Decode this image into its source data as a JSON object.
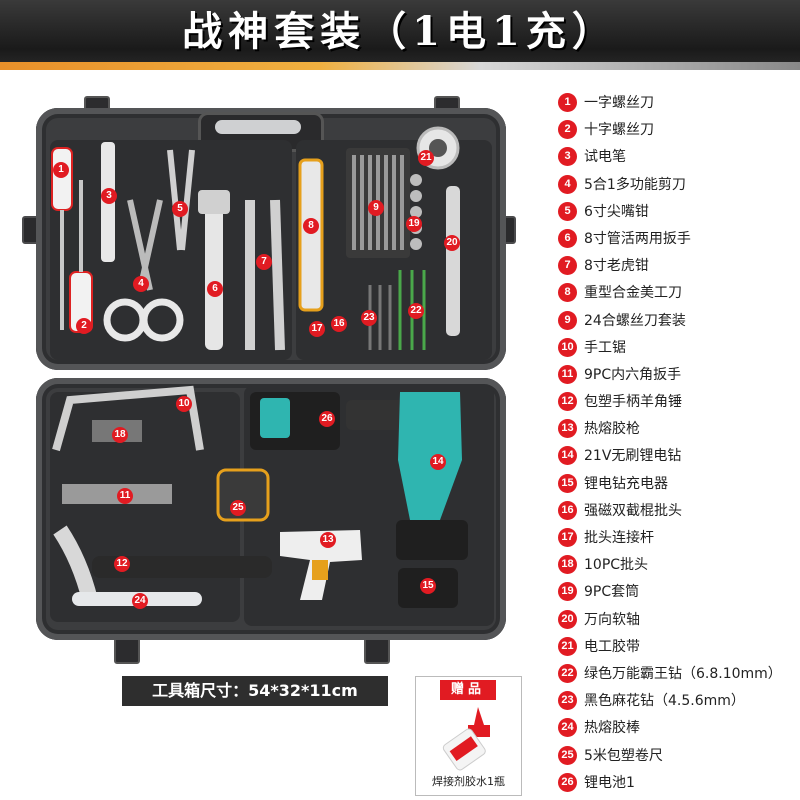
{
  "title": "战神套装（1电1充）",
  "size_label": "工具箱尺寸：54*32*11cm",
  "gift": {
    "title": "赠品",
    "caption": "焊接剂胶水1瓶"
  },
  "legend": [
    {
      "num": "1",
      "label": "一字螺丝刀"
    },
    {
      "num": "2",
      "label": "十字螺丝刀"
    },
    {
      "num": "3",
      "label": "试电笔"
    },
    {
      "num": "4",
      "label": "5合1多功能剪刀"
    },
    {
      "num": "5",
      "label": "6寸尖嘴钳"
    },
    {
      "num": "6",
      "label": "8寸管活两用扳手"
    },
    {
      "num": "7",
      "label": "8寸老虎钳"
    },
    {
      "num": "8",
      "label": "重型合金美工刀"
    },
    {
      "num": "9",
      "label": "24合螺丝刀套装"
    },
    {
      "num": "10",
      "label": "手工锯"
    },
    {
      "num": "11",
      "label": "9PC内六角扳手"
    },
    {
      "num": "12",
      "label": "包塑手柄羊角锤"
    },
    {
      "num": "13",
      "label": "热熔胶枪"
    },
    {
      "num": "14",
      "label": "21V无刷锂电钻"
    },
    {
      "num": "15",
      "label": "锂电钻充电器"
    },
    {
      "num": "16",
      "label": "强磁双截棍批头"
    },
    {
      "num": "17",
      "label": "批头连接杆"
    },
    {
      "num": "18",
      "label": "10PC批头"
    },
    {
      "num": "19",
      "label": "9PC套筒"
    },
    {
      "num": "20",
      "label": "万向软轴"
    },
    {
      "num": "21",
      "label": "电工胶带"
    },
    {
      "num": "22",
      "label": "绿色万能霸王钻（6.8.10mm）"
    },
    {
      "num": "23",
      "label": "黑色麻花钻（4.5.6mm）"
    },
    {
      "num": "24",
      "label": "热熔胶棒"
    },
    {
      "num": "25",
      "label": "5米包塑卷尺"
    },
    {
      "num": "26",
      "label": "锂电池1"
    }
  ],
  "markers": {
    "m1": "1",
    "m2": "2",
    "m3": "3",
    "m4": "4",
    "m5": "5",
    "m6": "6",
    "m7": "7",
    "m8": "8",
    "m9": "9",
    "m10": "10",
    "m11": "11",
    "m12": "12",
    "m13": "13",
    "m14": "14",
    "m15": "15",
    "m16": "16",
    "m17": "17",
    "m18": "18",
    "m19": "19",
    "m20": "20",
    "m21": "21",
    "m22": "22",
    "m23": "23",
    "m24": "24",
    "m25": "25",
    "m26": "26"
  },
  "colors": {
    "marker": "#e11b22",
    "drill_body": "#2fb5b0",
    "toolbox": "#3c3d3f"
  }
}
